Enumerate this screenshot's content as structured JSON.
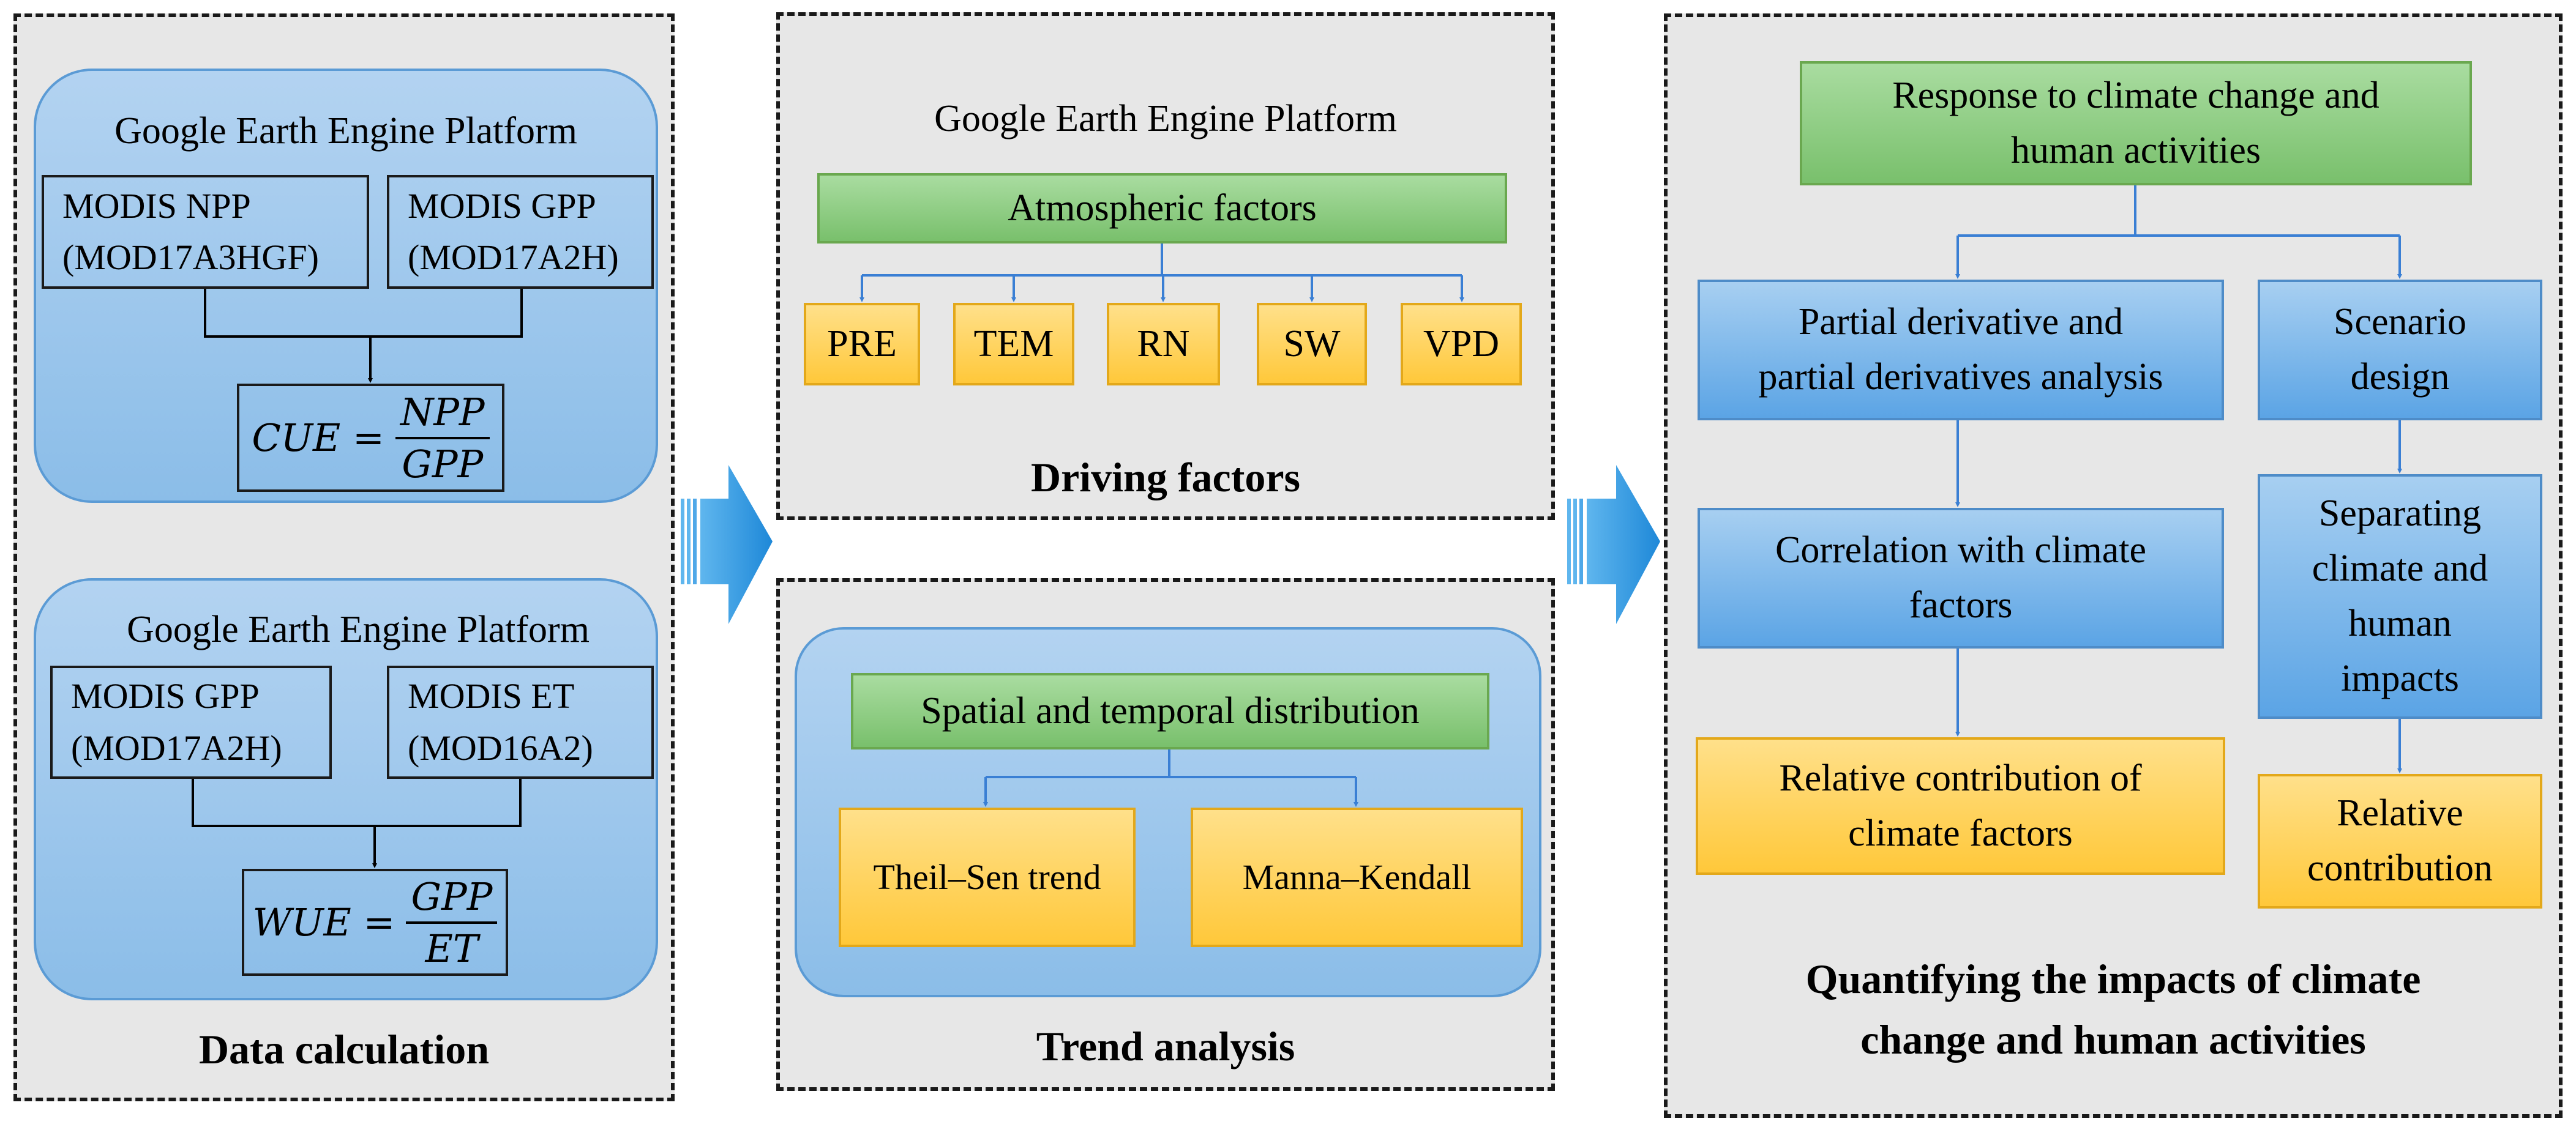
{
  "colors": {
    "panel_bg": "#e7e7e7",
    "rounded_blue": "#9cc8ee",
    "green_box": "#8fcf83",
    "yellow_box": "#ffd35c",
    "blue_box": "#7fb8ea",
    "connector_blue": "#3a7fd4",
    "connector_black": "#000000",
    "arrow_blue": "#1e88d8"
  },
  "data_calc": {
    "platform_1": "Google Earth Engine Platform",
    "npp_line1": "MODIS NPP",
    "npp_line2": "(MOD17A3HGF)",
    "gpp1_line1": "MODIS GPP",
    "gpp1_line2": "(MOD17A2H)",
    "cue_lhs": "CUE =",
    "cue_num": "NPP",
    "cue_den": "GPP",
    "platform_2": "Google Earth Engine Platform",
    "gpp2_line1": "MODIS GPP",
    "gpp2_line2": "(MOD17A2H)",
    "et_line1": "MODIS ET",
    "et_line2": "(MOD16A2)",
    "wue_lhs": "WUE =",
    "wue_num": "GPP",
    "wue_den": "ET",
    "title": "Data calculation"
  },
  "driving": {
    "platform": "Google Earth Engine Platform",
    "atmospheric": "Atmospheric  factors",
    "factors": [
      "PRE",
      "TEM",
      "RN",
      "SW",
      "VPD"
    ],
    "title": "Driving factors"
  },
  "trend": {
    "spatial": "Spatial and temporal distribution",
    "theil": "Theil–Sen trend",
    "mk": "Manna–Kendall",
    "title": "Trend analysis"
  },
  "quantify": {
    "response_line1": "Response to climate change and",
    "response_line2": "human activities",
    "partial_line1": "Partial derivative and",
    "partial_line2": "partial derivatives  analysis",
    "scenario_line1": "Scenario",
    "scenario_line2": "design",
    "correlation_line1": "Correlation with climate",
    "correlation_line2": "factors",
    "separating_line1": "Separating",
    "separating_line2": "climate and",
    "separating_line3": "human",
    "separating_line4": "impacts",
    "relcontrib_line1": "Relative contribution of",
    "relcontrib_line2": "climate factors",
    "relative_line1": "Relative",
    "relative_line2": "contribution",
    "title_line1": "Quantifying the impacts of climate",
    "title_line2": "change and human activities"
  }
}
